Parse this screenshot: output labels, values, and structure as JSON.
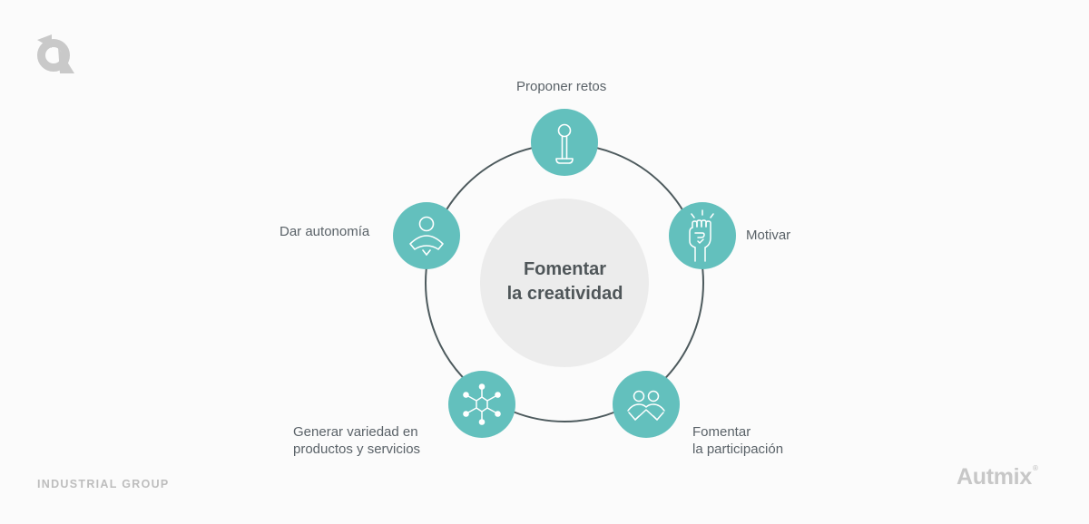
{
  "diagram": {
    "center": {
      "line1": "Fomentar",
      "line2": "la creatividad"
    },
    "nodes": [
      {
        "id": "proponer-retos",
        "icon": "joystick-icon",
        "lines": [
          "Proponer retos"
        ]
      },
      {
        "id": "motivar",
        "icon": "raised-fist-icon",
        "lines": [
          "Motivar"
        ]
      },
      {
        "id": "fomentar-participacion",
        "icon": "people-handshake-icon",
        "lines": [
          "Fomentar",
          "la participación"
        ]
      },
      {
        "id": "generar-variedad",
        "icon": "network-hub-icon",
        "lines": [
          "Generar variedad en",
          "productos y servicios"
        ]
      },
      {
        "id": "dar-autonomia",
        "icon": "person-icon",
        "lines": [
          "Dar autonomía"
        ]
      }
    ],
    "colors": {
      "node_fill": "#63c0bd",
      "ring": "#4d5a5d",
      "center_fill": "#ececec",
      "text": "#5a6268"
    }
  },
  "footer": {
    "left_text": "INDUSTRIAL GROUP",
    "brand": "Autmix",
    "brand_mark": "®",
    "logo_icon": "autmix-logo-icon"
  }
}
